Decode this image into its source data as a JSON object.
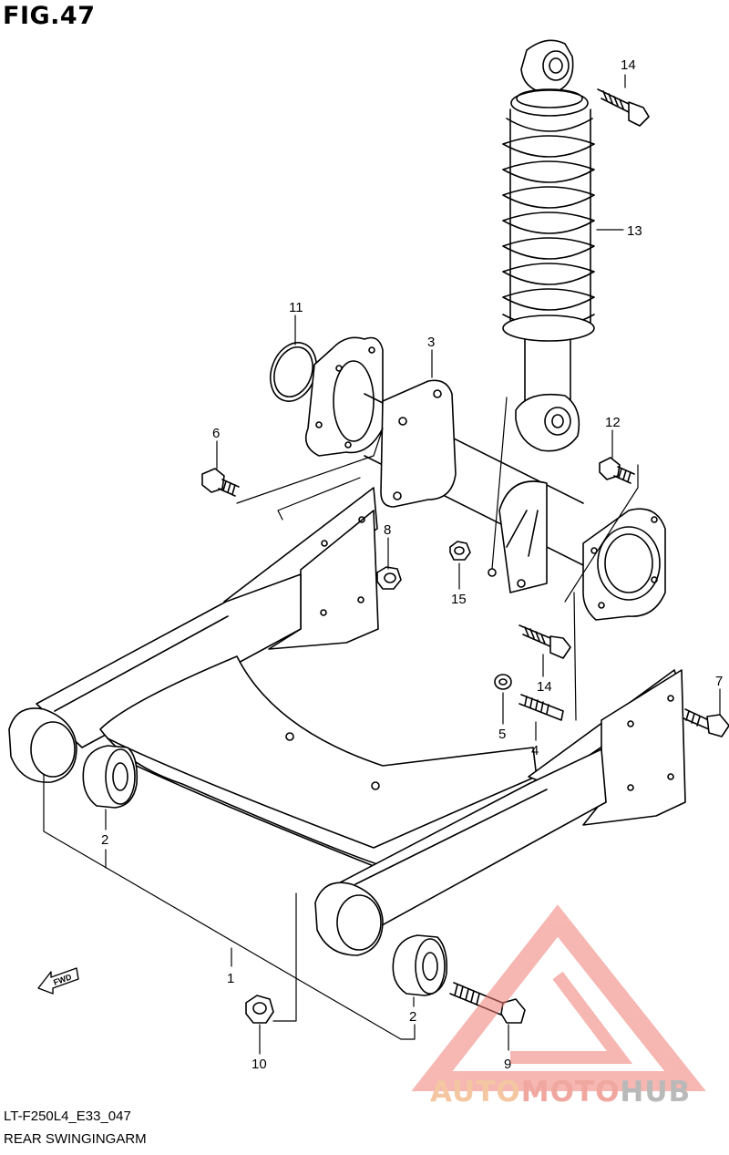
{
  "figure": {
    "title": "FIG.47"
  },
  "callouts": [
    {
      "id": "c14a",
      "label": "14"
    },
    {
      "id": "c13",
      "label": "13"
    },
    {
      "id": "c11",
      "label": "11"
    },
    {
      "id": "c3",
      "label": "3"
    },
    {
      "id": "c6",
      "label": "6"
    },
    {
      "id": "c12",
      "label": "12"
    },
    {
      "id": "c8",
      "label": "8"
    },
    {
      "id": "c15",
      "label": "15"
    },
    {
      "id": "c14b",
      "label": "14"
    },
    {
      "id": "c7",
      "label": "7"
    },
    {
      "id": "c5",
      "label": "5"
    },
    {
      "id": "c4",
      "label": "4"
    },
    {
      "id": "c2a",
      "label": "2"
    },
    {
      "id": "c1",
      "label": "1"
    },
    {
      "id": "c2b",
      "label": "2"
    },
    {
      "id": "c10",
      "label": "10"
    },
    {
      "id": "c9",
      "label": "9"
    }
  ],
  "fwd_label": "FWD",
  "footer": {
    "code": "LT-F250L4_E33_047",
    "caption": "REAR SWINGINGARM"
  },
  "watermark": {
    "part1": "AUTO",
    "part2": "MOTO",
    "part3": "HUB",
    "colors": {
      "warm": "#f4c7a2",
      "red": "#f0a7a0",
      "gray": "#b9b9b9",
      "triangle": "#f07b72"
    }
  }
}
